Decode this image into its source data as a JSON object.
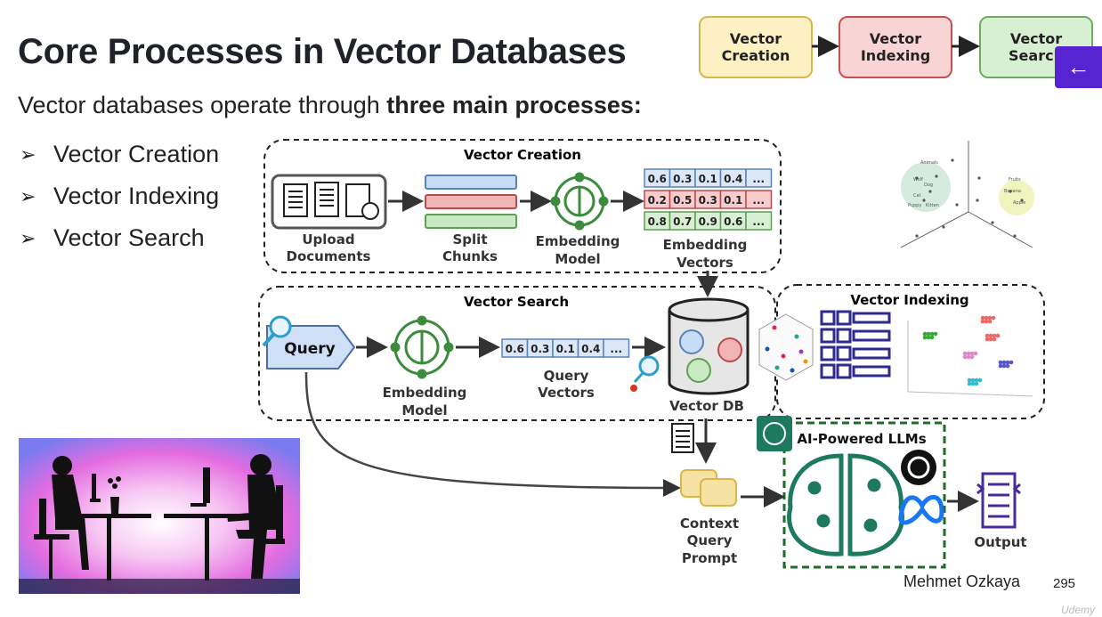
{
  "slide": {
    "title": "Core Processes in Vector Databases",
    "subtitle_prefix": "Vector databases operate through ",
    "subtitle_bold": "three main processes:",
    "bullets": [
      "Vector Creation",
      "Vector Indexing",
      "Vector Search"
    ],
    "author": "Mehmet Ozkaya",
    "page_number": "295",
    "watermark": "Udemy"
  },
  "flow": {
    "creation": "Vector\nCreation",
    "indexing": "Vector\nIndexing",
    "search": "Vector\nSearch"
  },
  "nav": {
    "back_icon": "arrow-left-icon",
    "back_glyph": "←"
  },
  "diagram": {
    "creation_title": "Vector Creation",
    "upload_l1": "Upload",
    "upload_l2": "Documents",
    "split_l1": "Split",
    "split_l2": "Chunks",
    "embed_l1": "Embedding",
    "embed_l2": "Model",
    "vectors_l1": "Embedding",
    "vectors_l2": "Vectors",
    "vector_rows": [
      [
        "0.6",
        "0.3",
        "0.1",
        "0.4",
        "..."
      ],
      [
        "0.2",
        "0.5",
        "0.3",
        "0.1",
        "..."
      ],
      [
        "0.8",
        "0.7",
        "0.9",
        "0.6",
        "..."
      ]
    ],
    "search_title": "Vector Search",
    "query": "Query",
    "search_embed_l1": "Embedding",
    "search_embed_l2": "Model",
    "query_vector": [
      "0.6",
      "0.3",
      "0.1",
      "0.4",
      "..."
    ],
    "query_vectors_l1": "Query",
    "query_vectors_l2": "Vectors",
    "vector_db": "Vector DB",
    "indexing_title": "Vector Indexing",
    "llm_title": "AI-Powered LLMs",
    "context_l1": "Context",
    "context_l2": "Query",
    "context_l3": "Prompt",
    "output": "Output",
    "scatter_labels": [
      "Animals",
      "Wolf",
      "Dog",
      "Cat",
      "Puppy",
      "Kitten",
      "Fruits",
      "Banana",
      "Apple"
    ]
  },
  "colors": {
    "creation_fill": "#fdf0c3",
    "creation_border": "#d9b64a",
    "indexing_fill": "#f8d4d4",
    "indexing_border": "#c85050",
    "search_fill": "#d8f0d2",
    "search_border": "#6cae5e",
    "accent_purple": "#5624d0",
    "llm_green": "#1e7a5e"
  }
}
